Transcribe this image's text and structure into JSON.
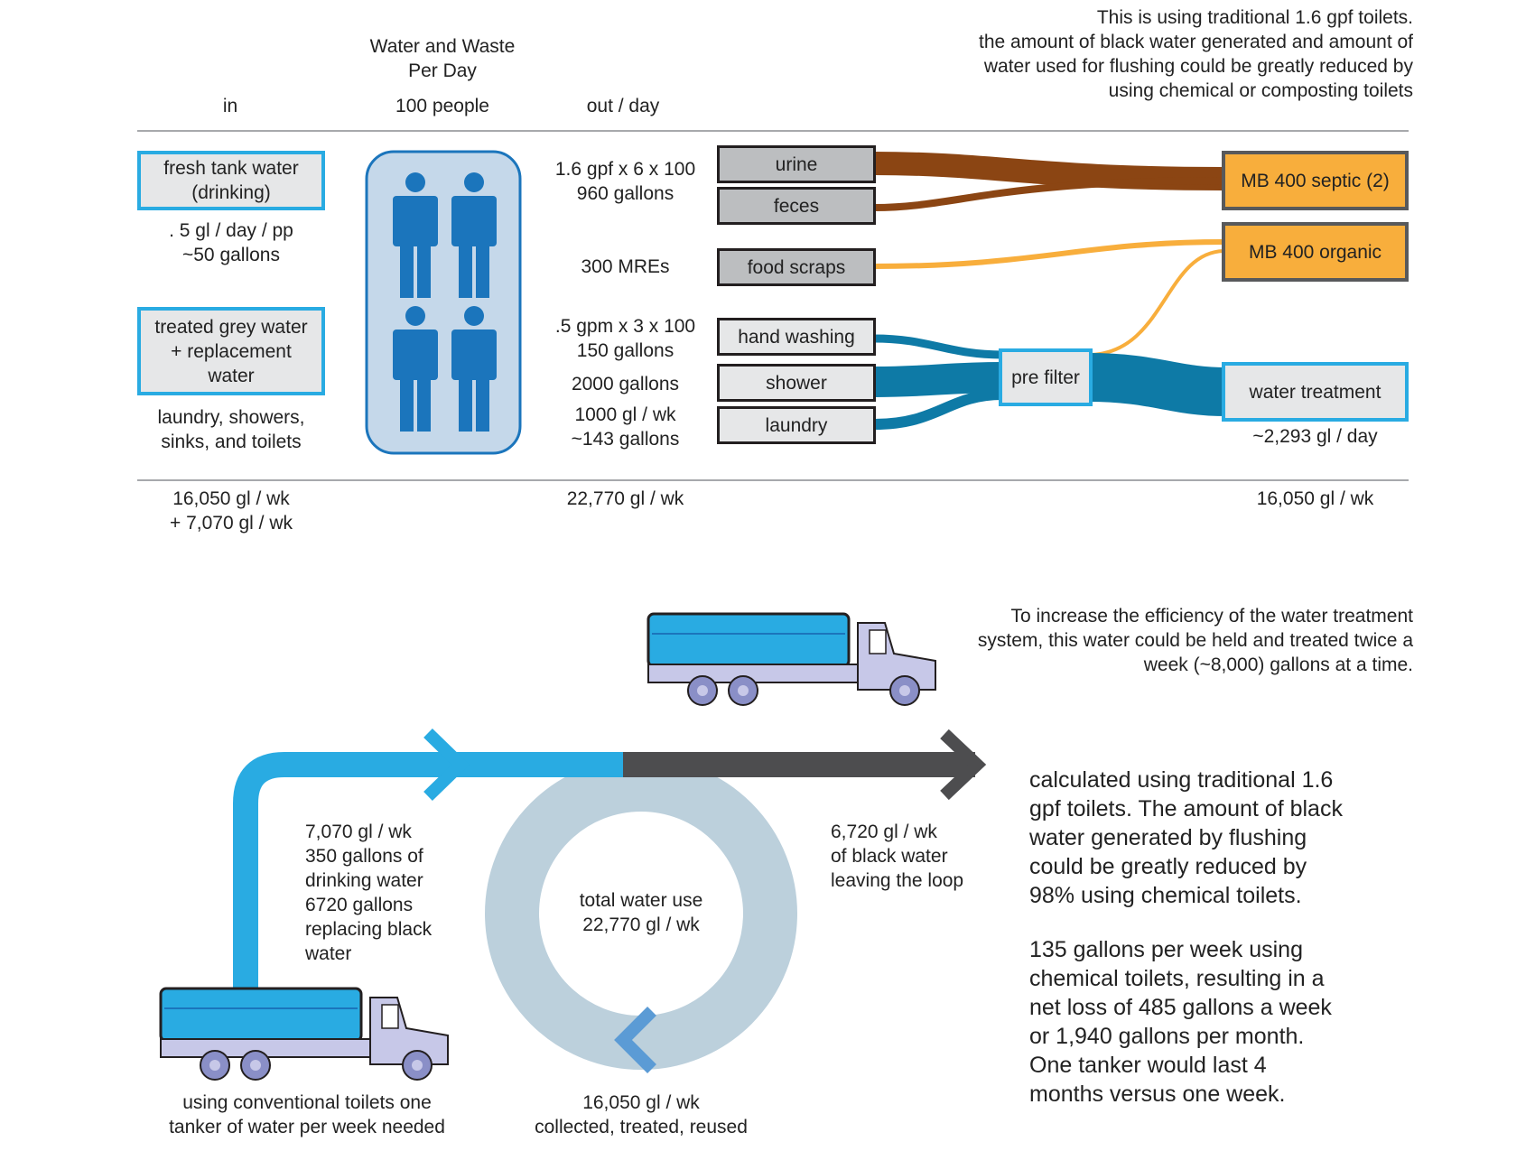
{
  "header": {
    "col_in": "in",
    "col_center_title": "Water and Waste\nPer Day",
    "col_center_sub": "100 people",
    "col_out": "out / day",
    "note_top": "This is using traditional 1.6 gpf toilets.\nthe amount of black water generated and amount of\nwater used for flushing could be greatly reduced by\nusing chemical or composting toilets"
  },
  "inputs": {
    "fresh_box": "fresh tank water\n(drinking)",
    "fresh_desc": ". 5 gl / day / pp\n~50 gallons",
    "grey_box": "treated grey water\n+ replacement\nwater",
    "grey_desc": "laundry, showers,\nsinks, and toilets"
  },
  "out_values": {
    "toilet": "1.6 gpf x 6 x 100\n960 gallons",
    "mres": "300 MREs",
    "hand": ".5 gpm x 3 x 100\n150 gallons",
    "shower": "2000 gallons",
    "laundry": "1000 gl / wk\n~143 gallons"
  },
  "sources": {
    "urine": "urine",
    "feces": "feces",
    "food": "food scraps",
    "hand": "hand washing",
    "shower": "shower",
    "laundry": "laundry"
  },
  "processors": {
    "pre_filter": "pre filter",
    "septic": "MB 400 septic (2)",
    "organic": "MB 400 organic",
    "treatment": "water treatment",
    "treatment_rate": "~2,293 gl / day"
  },
  "totals": {
    "in": "16,050 gl / wk\n+ 7,070 gl / wk",
    "out": "22,770 gl / wk",
    "treated": "16,050 gl / wk"
  },
  "loop": {
    "truck_note": "To increase the efficiency of the water treatment\nsystem, this water could be held and treated twice a\nweek (~8,000) gallons at a time.",
    "supply": "7,070 gl / wk\n350 gallons of\ndrinking water\n6720 gallons\nreplacing black\nwater",
    "exit": "6,720 gl / wk\nof black water\nleaving the loop",
    "center": "total water use\n22,770 gl / wk",
    "bottom": "16,050 gl / wk\ncollected, treated, reused",
    "truck_caption": "using conventional toilets one\ntanker of water per week needed",
    "para1": "calculated using traditional 1.6\ngpf toilets. The amount of black\nwater generated by flushing\ncould be greatly reduced by\n98% using chemical toilets.",
    "para2": "135 gallons per week using\nchemical toilets, resulting in a\nnet loss of 485 gallons a week\nor 1,940 gallons per month.\nOne tanker would last 4\nmonths versus one week."
  },
  "colors": {
    "brown": "#8b4513",
    "orange": "#f8ae3c",
    "teal": "#0e7aa6",
    "cyan": "#29abe2",
    "person": "#1b75bc",
    "ring": "#bcd0dc",
    "dark_arrow": "#4d4d4f"
  }
}
